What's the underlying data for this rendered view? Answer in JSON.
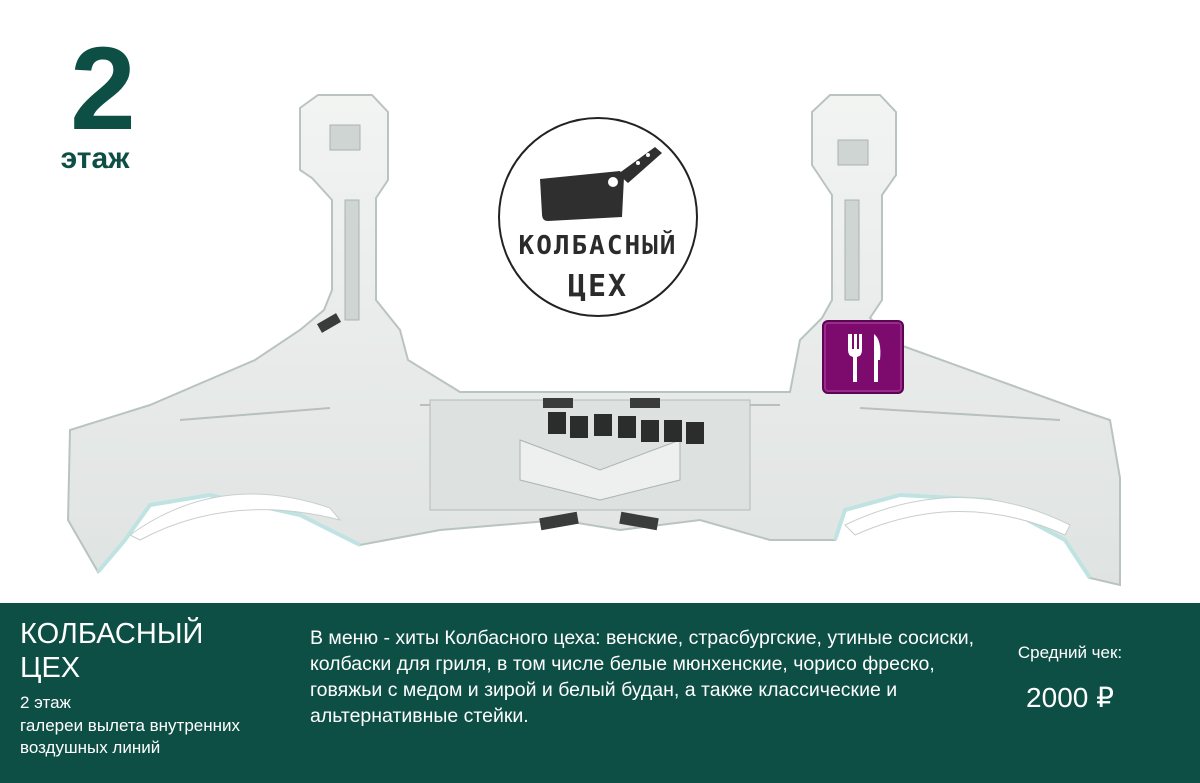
{
  "floor": {
    "number": "2",
    "word": "этаж"
  },
  "logo": {
    "line1": "КОЛБАСНЫЙ",
    "line2": "ЦЕХ",
    "icon": "cleaver-icon"
  },
  "marker": {
    "icon": "fork-knife-icon",
    "color": "#7d0b6e"
  },
  "info": {
    "name": "КОЛБАСНЫЙ ЦЕХ",
    "floor": "2 этаж",
    "location": "галереи вылета внутренних воздушных линий",
    "menu": "В меню - хиты Колбасного цеха: венские, страсбургские, утиные сосиски, колбаски для гриля, в том числе белые мюнхенские, чорисо фреско, говяжьи с медом и зирой и белый будан, а также классические и альтернативные стейки.",
    "avg_check_label": "Средний чек:",
    "avg_check_value": "2000 ₽"
  },
  "colors": {
    "brand": "#0d4f45",
    "marker": "#7d0b6e",
    "floor_surface": "#e9ebea"
  }
}
